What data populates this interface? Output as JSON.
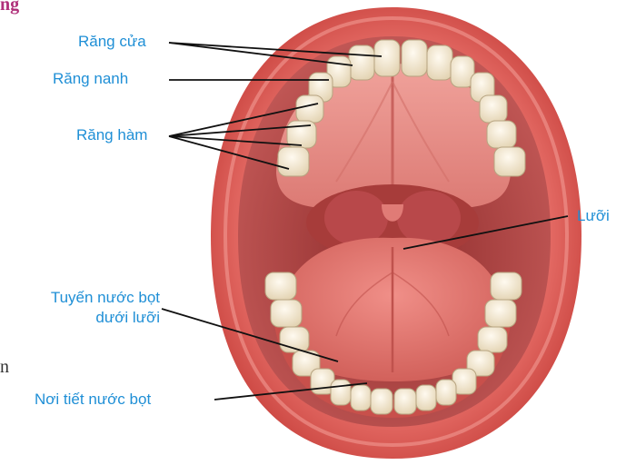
{
  "fragments": {
    "top_left": "ng",
    "left_edge": "n"
  },
  "labels": {
    "rang_cua": "Răng cửa",
    "rang_nanh": "Răng nanh",
    "rang_ham": "Răng hàm",
    "luoi": "Lưỡi",
    "tuyen_line1": "Tuyến nước bọt",
    "tuyen_line2": "dưới lưỡi",
    "noi_tiet": "Nơi tiết nước bọt"
  },
  "colors": {
    "label_text": "#1f8fd6",
    "leader_line": "#111111",
    "fragment_text": "#b0307a",
    "lip": "#d9554f",
    "palate": "#e88a85",
    "tongue": "#e07872",
    "tooth": "#f2e7cf"
  }
}
